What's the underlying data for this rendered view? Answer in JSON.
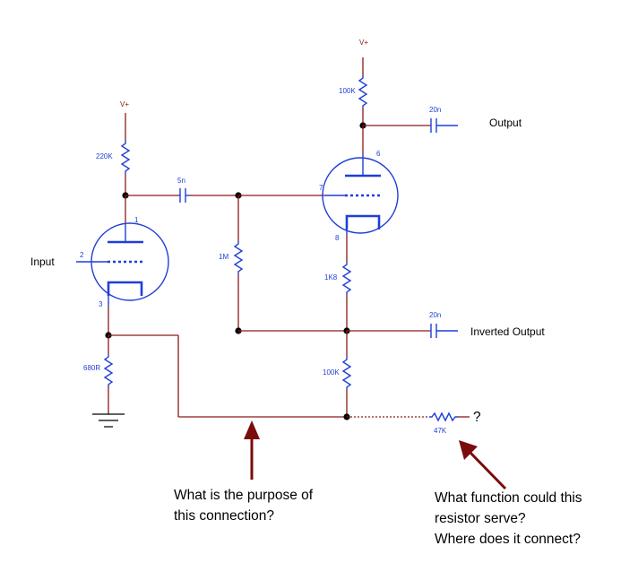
{
  "colors": {
    "wire": "#8b1a1a",
    "component": "#1f3fd6",
    "node": "#000000",
    "arrow": "#7a0c0c"
  },
  "supply": {
    "left": "V+",
    "right": "V+"
  },
  "resistors": {
    "r_220k": "220K",
    "r_100k_top": "100K",
    "r_1m": "1M",
    "r_1k8": "1K8",
    "r_680r": "680R",
    "r_100k_bottom": "100K",
    "r_47k": "47K"
  },
  "capacitors": {
    "c_coupling": "5n",
    "c_output": "20n",
    "c_inverted": "20n"
  },
  "pins": {
    "v1_plate": "1",
    "v1_grid": "2",
    "v1_cathode": "3",
    "v2_plate": "6",
    "v2_grid": "7",
    "v2_cathode": "8"
  },
  "io": {
    "input": "Input",
    "output": "Output",
    "inverted_output": "Inverted Output",
    "unknown_connection": "?"
  },
  "annotations": {
    "connection_question": [
      "What is the purpose of",
      "this connection?"
    ],
    "resistor_question": [
      "What function could this",
      "resistor serve?",
      "Where does it connect?"
    ]
  }
}
